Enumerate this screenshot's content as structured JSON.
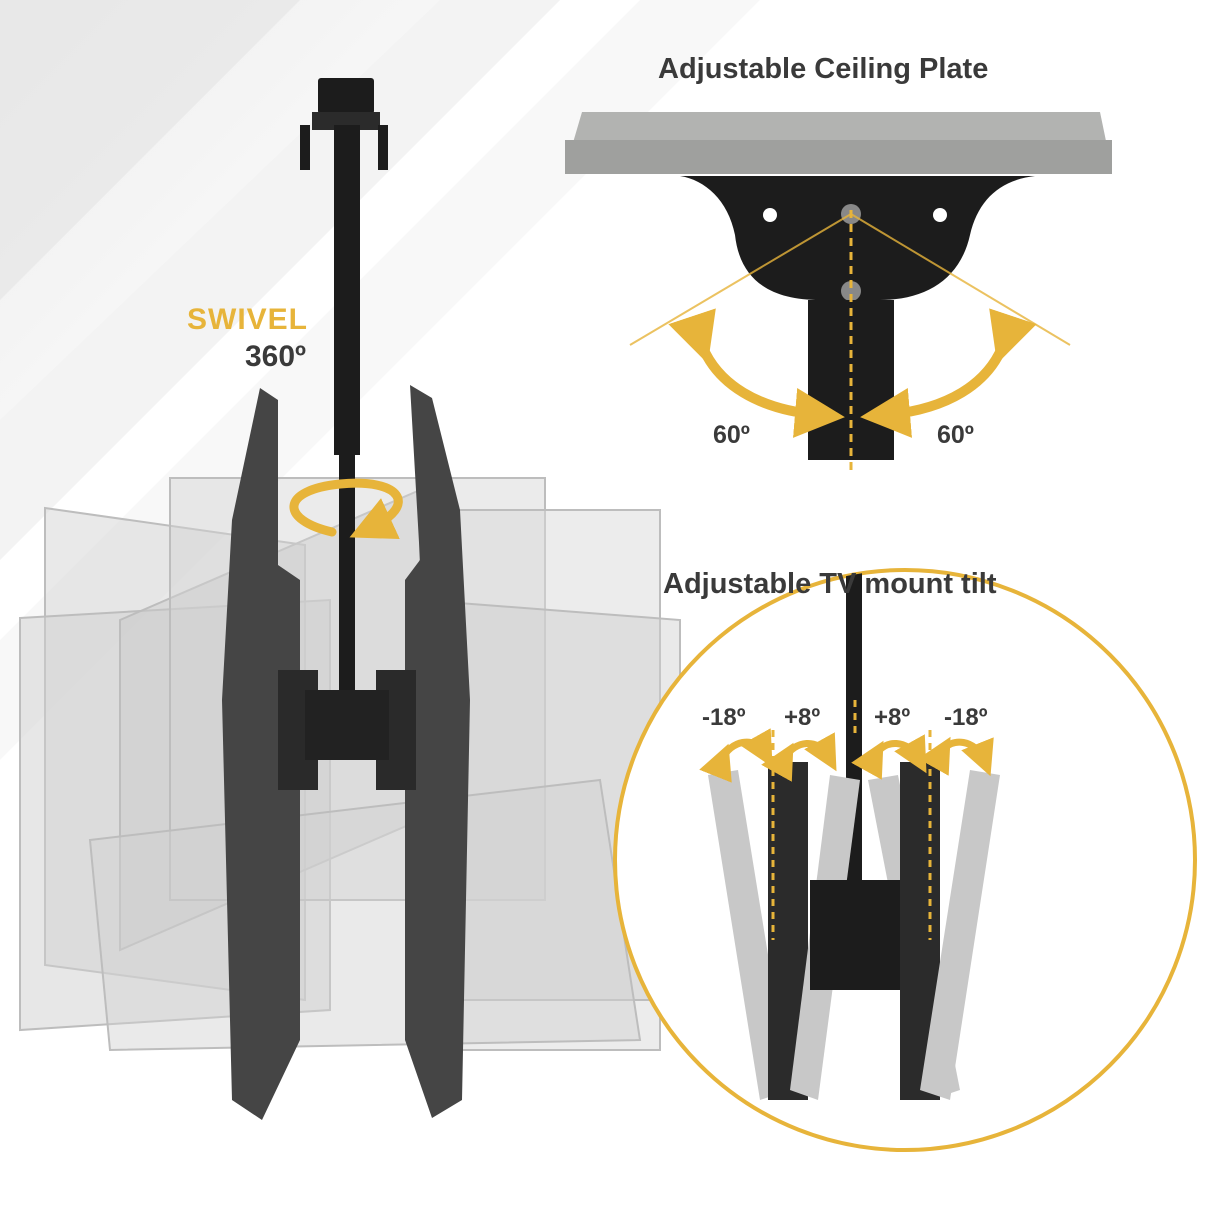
{
  "swivel": {
    "word": "SWIVEL",
    "degrees": "360º"
  },
  "ceiling_plate": {
    "title": "Adjustable Ceiling Plate",
    "left_angle": "60º",
    "right_angle": "60º"
  },
  "tilt": {
    "title": "Adjustable TV mount tilt",
    "labels": [
      "-18º",
      "+8º",
      "+8º",
      "-18º"
    ]
  },
  "colors": {
    "accent": "#e7b43a",
    "mount": "#1c1c1c",
    "concrete": "#a9aaa8",
    "text": "#3a3a3a"
  }
}
